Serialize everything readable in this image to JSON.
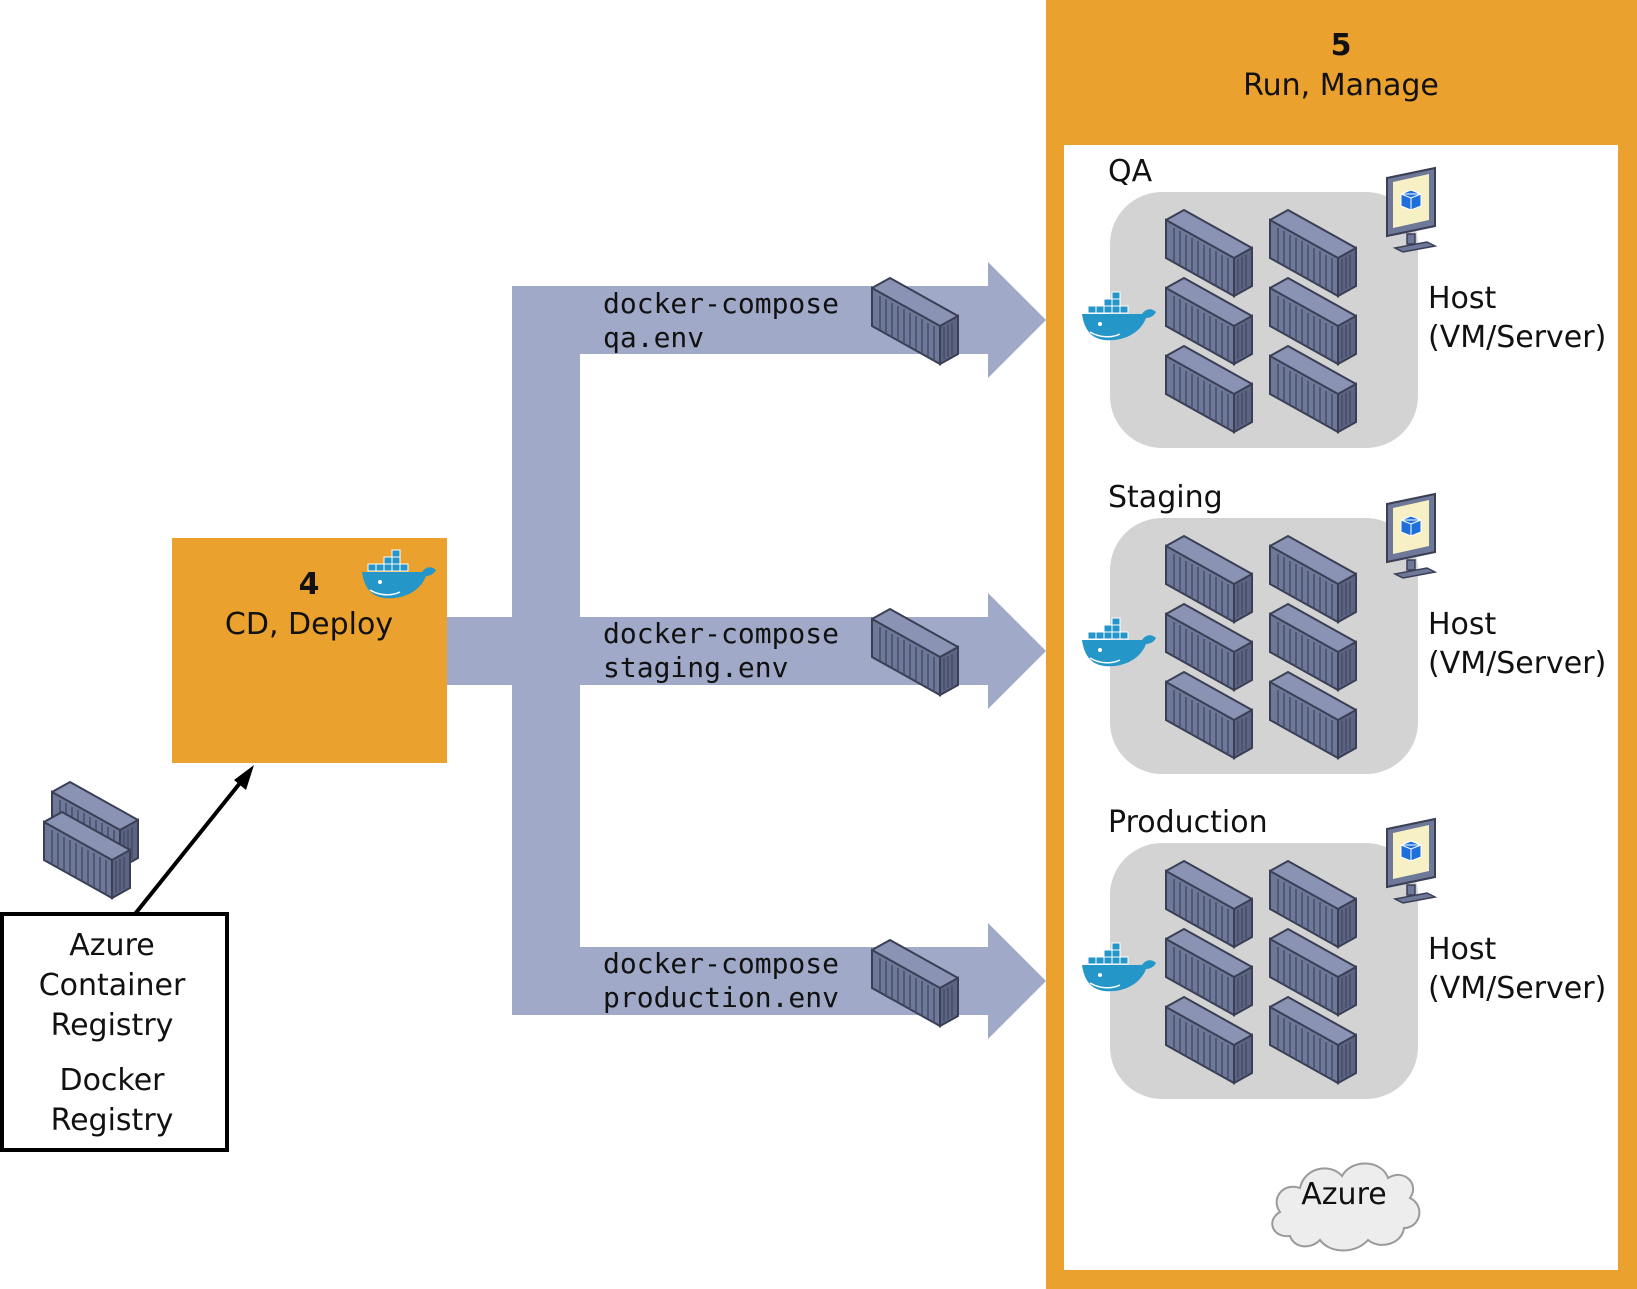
{
  "colors": {
    "orange": "#EAA12E",
    "pipe": "#A0AAC8",
    "container_face": "#6E7898",
    "container_top": "#8A93B4",
    "host_bg": "#D3D3D3",
    "docker_blue": "#2496C8",
    "text": "#111111"
  },
  "registry": {
    "line1": "Azure",
    "line2": "Container",
    "line3": "Registry",
    "line4": "Docker",
    "line5": "Registry",
    "icon": "containers-icon"
  },
  "deploy": {
    "number": "4",
    "label": "CD, Deploy",
    "icon": "docker-whale-icon"
  },
  "run": {
    "number": "5",
    "label": "Run, Manage"
  },
  "branches": [
    {
      "line1": "docker-compose",
      "line2": "qa.env"
    },
    {
      "line1": "docker-compose",
      "line2": "staging.env"
    },
    {
      "line1": "docker-compose",
      "line2": "production.env"
    }
  ],
  "environments": [
    {
      "name": "QA",
      "host_line1": "Host",
      "host_line2": "(VM/Server)"
    },
    {
      "name": "Staging",
      "host_line1": "Host",
      "host_line2": "(VM/Server)"
    },
    {
      "name": "Production",
      "host_line1": "Host",
      "host_line2": "(VM/Server)"
    }
  ],
  "cloud": {
    "label": "Azure",
    "icon": "cloud-icon"
  }
}
